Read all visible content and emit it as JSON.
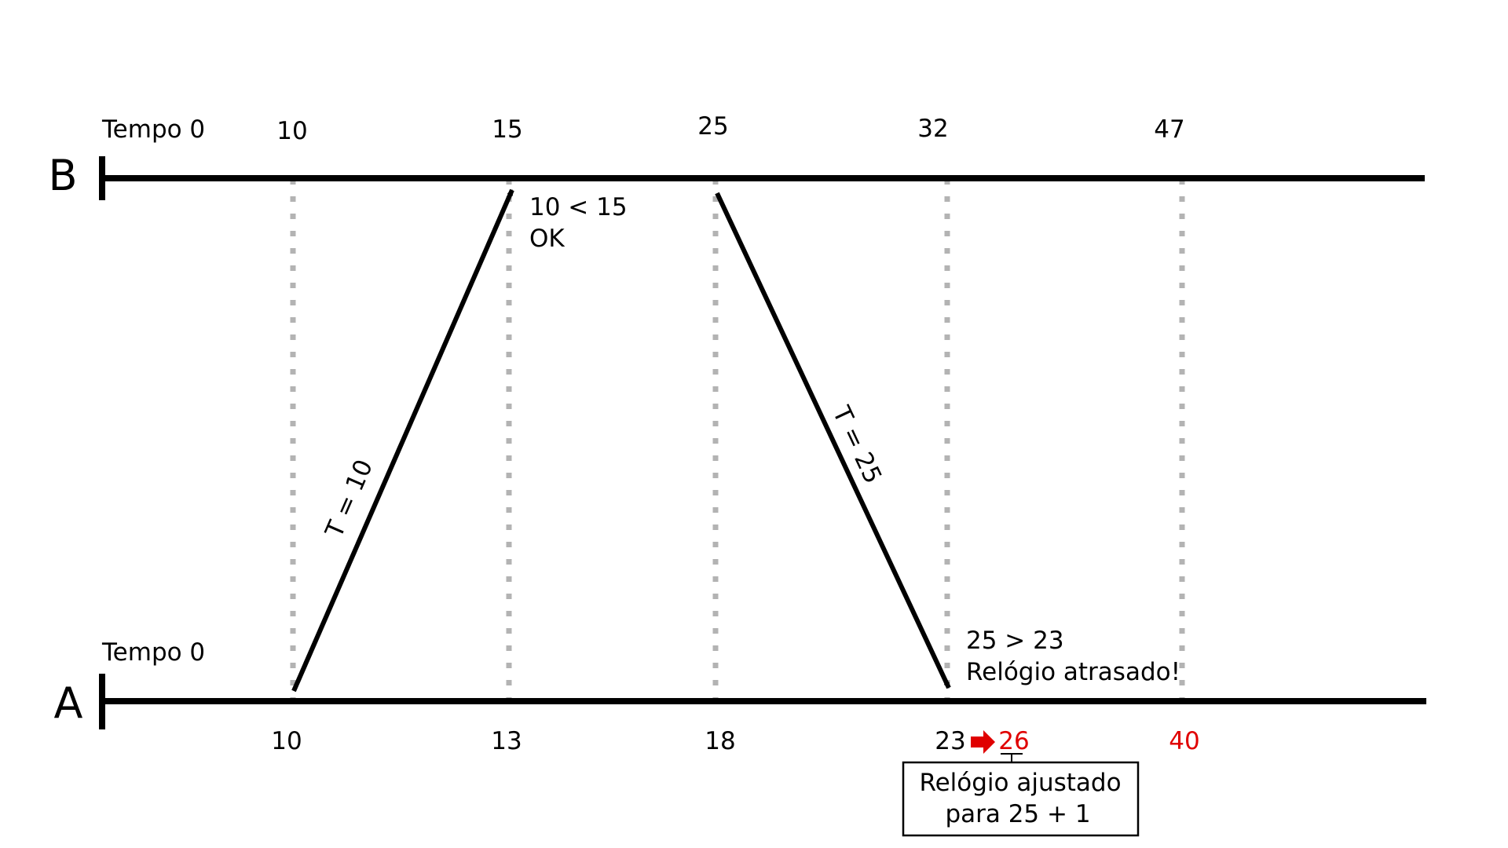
{
  "processes": {
    "b": {
      "name": "B",
      "start_label": "Tempo 0",
      "ticks": [
        "10",
        "15",
        "25",
        "32",
        "47"
      ]
    },
    "a": {
      "name": "A",
      "start_label": "Tempo 0",
      "ticks": [
        "10",
        "13",
        "18",
        "23",
        "26",
        "40"
      ]
    }
  },
  "messages": [
    {
      "from": "A",
      "to": "B",
      "label": "T = 10"
    },
    {
      "from": "B",
      "to": "A",
      "label": "T = 25"
    }
  ],
  "annotations": {
    "b_check_line1": "10 < 15",
    "b_check_line2": "OK",
    "a_check_line1": "25 > 23",
    "a_check_line2": "Relógio atrasado!"
  },
  "adjust_box": {
    "line1": "Relógio ajustado",
    "line2": "para 25 + 1"
  },
  "colors": {
    "line": "#000000",
    "guide": "#b3b3b3",
    "adjusted": "#e00000"
  }
}
